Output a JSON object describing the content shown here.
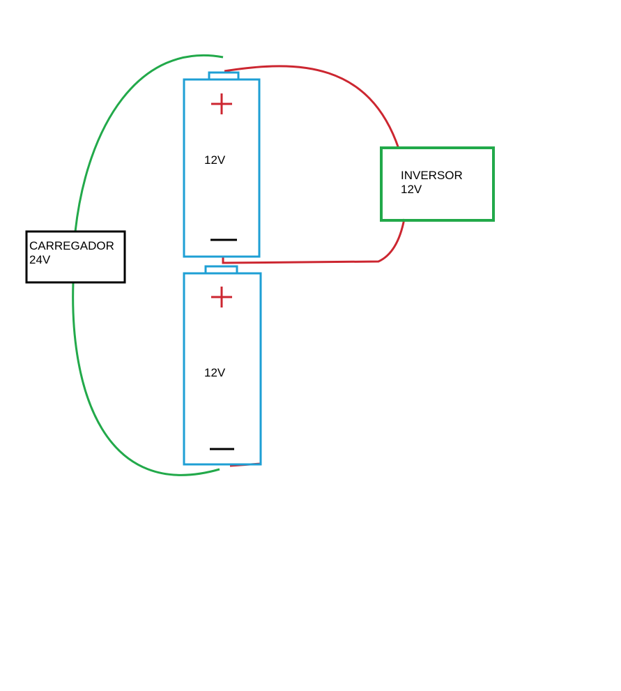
{
  "charger": {
    "name": "CARREGADOR",
    "voltage": "24V"
  },
  "inverter": {
    "name": "INVERSOR",
    "voltage": "12V"
  },
  "battery_top": {
    "voltage": "12V"
  },
  "battery_bottom": {
    "voltage": "12V"
  },
  "colors": {
    "battery": "#1e9fd4",
    "positive_wire": "#cc2630",
    "charger_wire": "#22a94a",
    "inverter_box": "#22a94a",
    "charger_box": "#000000"
  }
}
